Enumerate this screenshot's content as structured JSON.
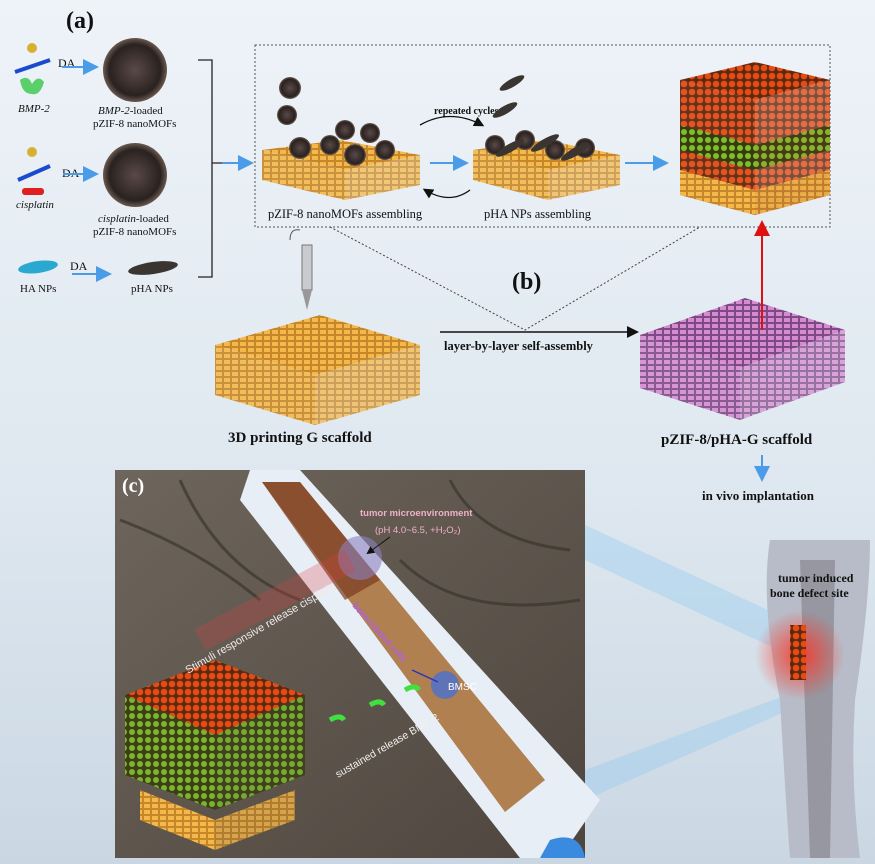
{
  "panel_a": {
    "label": "(a)",
    "reagent_da": "DA",
    "bmp2": "BMP-2",
    "bmp2_loaded_line1_italic": "BMP-2",
    "bmp2_loaded_line1_rest": "-loaded",
    "bmp2_loaded_line2": "pZIF-8 nanoMOFs",
    "cisplatin": "cisplatin",
    "cis_loaded_line1_italic": "cisplatin",
    "cis_loaded_line1_rest": "-loaded",
    "cis_loaded_line2": "pZIF-8 nanoMOFs",
    "ha_nps": "HA NPs",
    "pha_nps": "pHA NPs",
    "repeated_cycles": "repeated cycles",
    "step1_label": "pZIF-8 nanoMOFs assembling",
    "step2_label": "pHA NPs assembling"
  },
  "panel_b": {
    "label": "(b)",
    "left_scaffold": "3D printing G scaffold",
    "process": "layer-by-layer self-assembly",
    "right_scaffold": "pZIF-8/pHA-G scaffold",
    "implant": "in vivo implantation"
  },
  "panel_c": {
    "label": "(c)",
    "tumor_env": "tumor microenvironment",
    "tumor_cond": "(pH 4.0~6.5, +H₂O₂)",
    "stimuli": "Stimuli responsive release cisplatin",
    "bone_cells": "bone-related cells",
    "bmsc": "BMSC",
    "sustained": "sustained release BMP-2",
    "defect_line1": "tumor induced",
    "defect_line2": "bone defect site"
  },
  "colors": {
    "arrow_blue": "#4a9be8",
    "arrow_red": "#e01010",
    "scaffold": "#e8a93a",
    "scaffold_pink": "#c06ab8"
  }
}
